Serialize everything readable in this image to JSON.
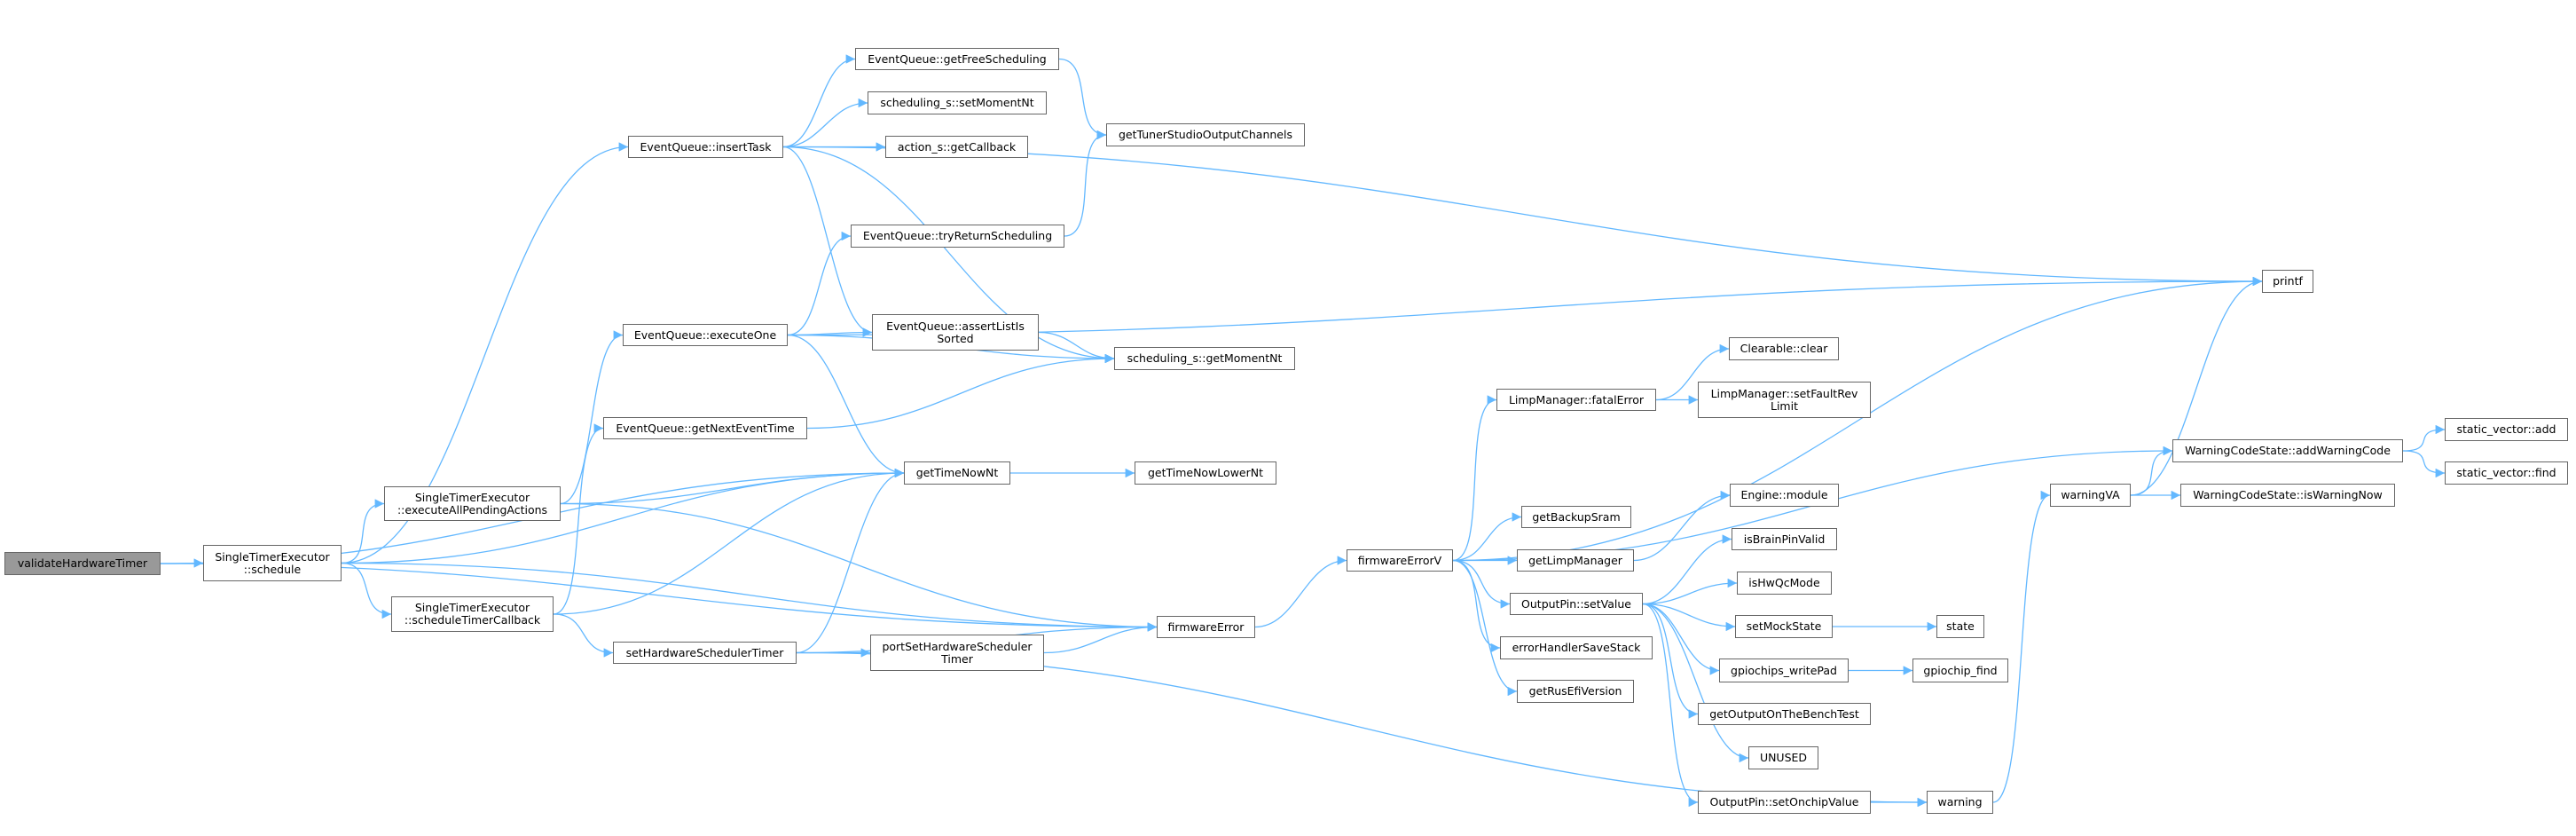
{
  "graph": {
    "type": "call-graph",
    "root": "validateHardwareTimer",
    "colors": {
      "edge": "#63b8ff",
      "node_border": "#666666",
      "root_fill": "#999999",
      "node_fill": "#ffffff"
    },
    "nodes": [
      {
        "id": "validateHardwareTimer",
        "label": "validateHardwareTimer"
      },
      {
        "id": "schedule",
        "label": "SingleTimerExecutor\n::schedule"
      },
      {
        "id": "executeAllPendingActions",
        "label": "SingleTimerExecutor\n::executeAllPendingActions"
      },
      {
        "id": "scheduleTimerCallback",
        "label": "SingleTimerExecutor\n::scheduleTimerCallback"
      },
      {
        "id": "insertTask",
        "label": "EventQueue::insertTask"
      },
      {
        "id": "executeOne",
        "label": "EventQueue::executeOne"
      },
      {
        "id": "getNextEventTime",
        "label": "EventQueue::getNextEventTime"
      },
      {
        "id": "setHardwareSchedulerTimer",
        "label": "setHardwareSchedulerTimer"
      },
      {
        "id": "getFreeScheduling",
        "label": "EventQueue::getFreeScheduling"
      },
      {
        "id": "setMomentNt",
        "label": "scheduling_s::setMomentNt"
      },
      {
        "id": "getCallback",
        "label": "action_s::getCallback"
      },
      {
        "id": "getTunerStudioOutputChannels",
        "label": "getTunerStudioOutputChannels"
      },
      {
        "id": "tryReturnScheduling",
        "label": "EventQueue::tryReturnScheduling"
      },
      {
        "id": "assertListIsSorted",
        "label": "EventQueue::assertListIs\nSorted"
      },
      {
        "id": "getMomentNt",
        "label": "scheduling_s::getMomentNt"
      },
      {
        "id": "getTimeNowNt",
        "label": "getTimeNowNt"
      },
      {
        "id": "getTimeNowLowerNt",
        "label": "getTimeNowLowerNt"
      },
      {
        "id": "portSetHardwareSchedulerTimer",
        "label": "portSetHardwareScheduler\nTimer"
      },
      {
        "id": "firmwareError",
        "label": "firmwareError"
      },
      {
        "id": "firmwareErrorV",
        "label": "firmwareErrorV"
      },
      {
        "id": "fatalError",
        "label": "LimpManager::fatalError"
      },
      {
        "id": "getBackupSram",
        "label": "getBackupSram"
      },
      {
        "id": "getLimpManager",
        "label": "getLimpManager"
      },
      {
        "id": "setValue",
        "label": "OutputPin::setValue"
      },
      {
        "id": "errorHandlerSaveStack",
        "label": "errorHandlerSaveStack"
      },
      {
        "id": "getRusEfiVersion",
        "label": "getRusEfiVersion"
      },
      {
        "id": "printf",
        "label": "printf"
      },
      {
        "id": "clear",
        "label": "Clearable::clear"
      },
      {
        "id": "setFaultRevLimit",
        "label": "LimpManager::setFaultRev\nLimit"
      },
      {
        "id": "addWarningCode",
        "label": "WarningCodeState::addWarningCode"
      },
      {
        "id": "svAdd",
        "label": "static_vector::add"
      },
      {
        "id": "svFind",
        "label": "static_vector::find"
      },
      {
        "id": "warningVA",
        "label": "warningVA"
      },
      {
        "id": "isWarningNow",
        "label": "WarningCodeState::isWarningNow"
      },
      {
        "id": "engineModule",
        "label": "Engine::module"
      },
      {
        "id": "isBrainPinValid",
        "label": "isBrainPinValid"
      },
      {
        "id": "isHwQcMode",
        "label": "isHwQcMode"
      },
      {
        "id": "setMockState",
        "label": "setMockState"
      },
      {
        "id": "state",
        "label": "state"
      },
      {
        "id": "gpiochipsWritePad",
        "label": "gpiochips_writePad"
      },
      {
        "id": "gpiochipFind",
        "label": "gpiochip_find"
      },
      {
        "id": "getOutputOnTheBenchTest",
        "label": "getOutputOnTheBenchTest"
      },
      {
        "id": "unused",
        "label": "UNUSED"
      },
      {
        "id": "setOnchipValue",
        "label": "OutputPin::setOnchipValue"
      },
      {
        "id": "warning",
        "label": "warning"
      }
    ],
    "edges": [
      [
        "validateHardwareTimer",
        "schedule"
      ],
      [
        "validateHardwareTimer",
        "getTimeNowNt"
      ],
      [
        "validateHardwareTimer",
        "firmwareError"
      ],
      [
        "schedule",
        "insertTask"
      ],
      [
        "schedule",
        "executeAllPendingActions"
      ],
      [
        "schedule",
        "getTimeNowNt"
      ],
      [
        "schedule",
        "scheduleTimerCallback"
      ],
      [
        "schedule",
        "firmwareError"
      ],
      [
        "executeAllPendingActions",
        "executeOne"
      ],
      [
        "executeAllPendingActions",
        "getTimeNowNt"
      ],
      [
        "executeAllPendingActions",
        "firmwareError"
      ],
      [
        "scheduleTimerCallback",
        "getNextEventTime"
      ],
      [
        "scheduleTimerCallback",
        "getTimeNowNt"
      ],
      [
        "scheduleTimerCallback",
        "setHardwareSchedulerTimer"
      ],
      [
        "insertTask",
        "printf"
      ],
      [
        "insertTask",
        "getFreeScheduling"
      ],
      [
        "insertTask",
        "setMomentNt"
      ],
      [
        "insertTask",
        "getCallback"
      ],
      [
        "insertTask",
        "getMomentNt"
      ],
      [
        "insertTask",
        "assertListIsSorted"
      ],
      [
        "executeOne",
        "tryReturnScheduling"
      ],
      [
        "executeOne",
        "printf"
      ],
      [
        "executeOne",
        "assertListIsSorted"
      ],
      [
        "executeOne",
        "getMomentNt"
      ],
      [
        "executeOne",
        "getTimeNowNt"
      ],
      [
        "getNextEventTime",
        "getMomentNt"
      ],
      [
        "setHardwareSchedulerTimer",
        "getTimeNowNt"
      ],
      [
        "setHardwareSchedulerTimer",
        "portSetHardwareSchedulerTimer"
      ],
      [
        "setHardwareSchedulerTimer",
        "firmwareError"
      ],
      [
        "setHardwareSchedulerTimer",
        "warning"
      ],
      [
        "getFreeScheduling",
        "getTunerStudioOutputChannels"
      ],
      [
        "tryReturnScheduling",
        "getTunerStudioOutputChannels"
      ],
      [
        "assertListIsSorted",
        "getMomentNt"
      ],
      [
        "getTimeNowNt",
        "getTimeNowLowerNt"
      ],
      [
        "portSetHardwareSchedulerTimer",
        "firmwareError"
      ],
      [
        "firmwareError",
        "firmwareErrorV"
      ],
      [
        "firmwareErrorV",
        "printf"
      ],
      [
        "firmwareErrorV",
        "fatalError"
      ],
      [
        "firmwareErrorV",
        "addWarningCode"
      ],
      [
        "firmwareErrorV",
        "getBackupSram"
      ],
      [
        "firmwareErrorV",
        "getLimpManager"
      ],
      [
        "firmwareErrorV",
        "setValue"
      ],
      [
        "firmwareErrorV",
        "errorHandlerSaveStack"
      ],
      [
        "firmwareErrorV",
        "getRusEfiVersion"
      ],
      [
        "fatalError",
        "clear"
      ],
      [
        "fatalError",
        "setFaultRevLimit"
      ],
      [
        "getLimpManager",
        "engineModule"
      ],
      [
        "setValue",
        "isBrainPinValid"
      ],
      [
        "setValue",
        "isHwQcMode"
      ],
      [
        "setValue",
        "setMockState"
      ],
      [
        "setValue",
        "gpiochipsWritePad"
      ],
      [
        "setValue",
        "getOutputOnTheBenchTest"
      ],
      [
        "setValue",
        "unused"
      ],
      [
        "setValue",
        "setOnchipValue"
      ],
      [
        "setMockState",
        "state"
      ],
      [
        "gpiochipsWritePad",
        "gpiochipFind"
      ],
      [
        "setOnchipValue",
        "warning"
      ],
      [
        "warning",
        "warningVA"
      ],
      [
        "warningVA",
        "printf"
      ],
      [
        "warningVA",
        "addWarningCode"
      ],
      [
        "warningVA",
        "isWarningNow"
      ],
      [
        "addWarningCode",
        "svAdd"
      ],
      [
        "addWarningCode",
        "svFind"
      ]
    ]
  }
}
